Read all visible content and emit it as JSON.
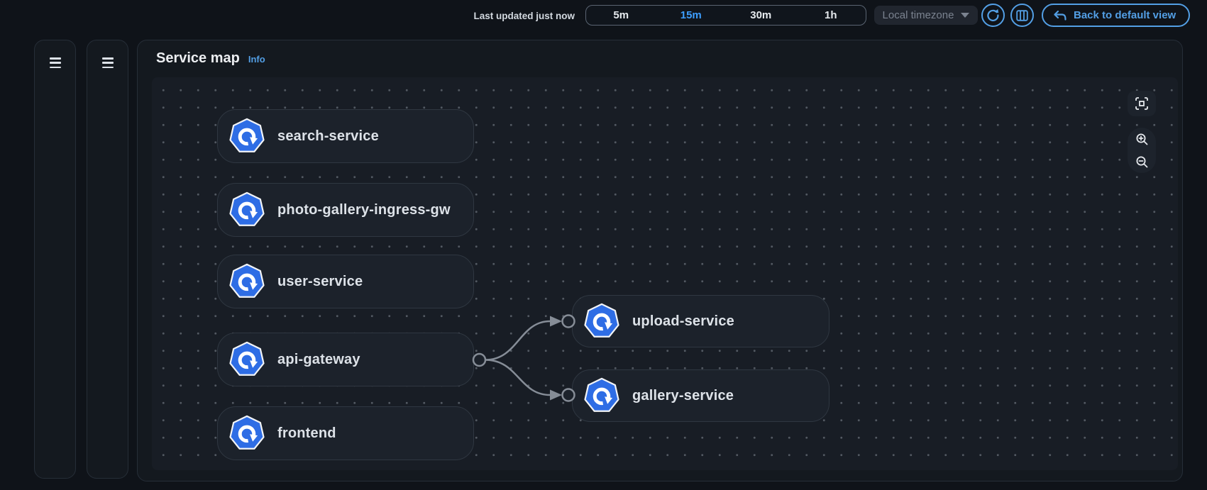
{
  "topbar": {
    "last_updated": "Last updated just now",
    "time_ranges": [
      {
        "label": "5m",
        "selected": false
      },
      {
        "label": "15m",
        "selected": true
      },
      {
        "label": "30m",
        "selected": false
      },
      {
        "label": "1h",
        "selected": false
      }
    ],
    "timezone": {
      "label": "Local timezone"
    },
    "back_button_label": "Back to default view"
  },
  "panel": {
    "title": "Service map",
    "info_label": "Info"
  },
  "map": {
    "nodes": [
      {
        "id": "search-service",
        "label": "search-service"
      },
      {
        "id": "photo-gallery-ingress-gw",
        "label": "photo-gallery-ingress-gw"
      },
      {
        "id": "user-service",
        "label": "user-service"
      },
      {
        "id": "api-gateway",
        "label": "api-gateway"
      },
      {
        "id": "frontend",
        "label": "frontend"
      },
      {
        "id": "upload-service",
        "label": "upload-service"
      },
      {
        "id": "gallery-service",
        "label": "gallery-service"
      }
    ],
    "edges": [
      {
        "from": "api-gateway",
        "to": "upload-service"
      },
      {
        "from": "api-gateway",
        "to": "gallery-service"
      }
    ]
  },
  "icons": {
    "hamburger": "hamburger-menu-icon",
    "refresh": "refresh-icon",
    "map_toggle": "map-icon",
    "undo": "undo-arrow-icon",
    "dropdown_caret": "chevron-down-icon",
    "service_node": "kubernetes-service-icon",
    "fit": "fit-to-screen-icon",
    "zoom_in": "zoom-in-icon",
    "zoom_out": "zoom-out-icon"
  },
  "colors": {
    "accent_blue": "#539fe5",
    "selected_time_blue": "#3d9eff",
    "node_icon_blue": "#2e6de5",
    "edge_gray": "#868d97",
    "page_bg": "#0f1319",
    "panel_bg": "#14191f",
    "canvas_bg": "#181d25",
    "node_bg": "#1c222b"
  }
}
